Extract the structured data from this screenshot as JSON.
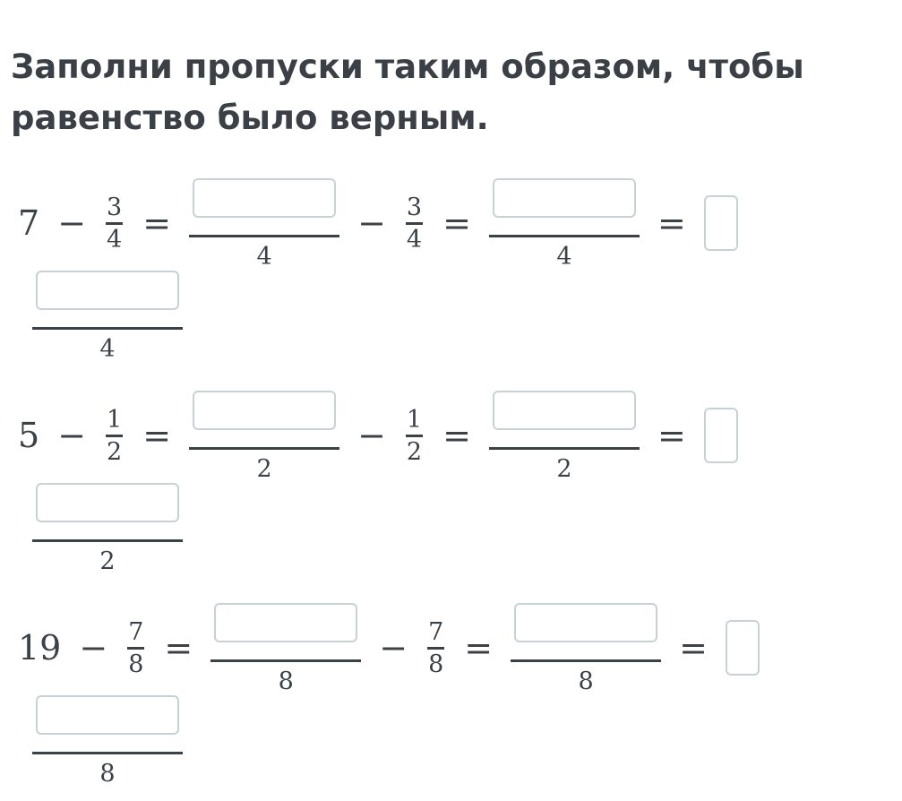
{
  "title": "Заполни пропуски таким образом, чтобы равенство было верным.",
  "symbols": {
    "minus": "−",
    "equals": "="
  },
  "problems": [
    {
      "whole": "7",
      "num": "3",
      "den": "4"
    },
    {
      "whole": "5",
      "num": "1",
      "den": "2"
    },
    {
      "whole": "19",
      "num": "7",
      "den": "8"
    }
  ]
}
